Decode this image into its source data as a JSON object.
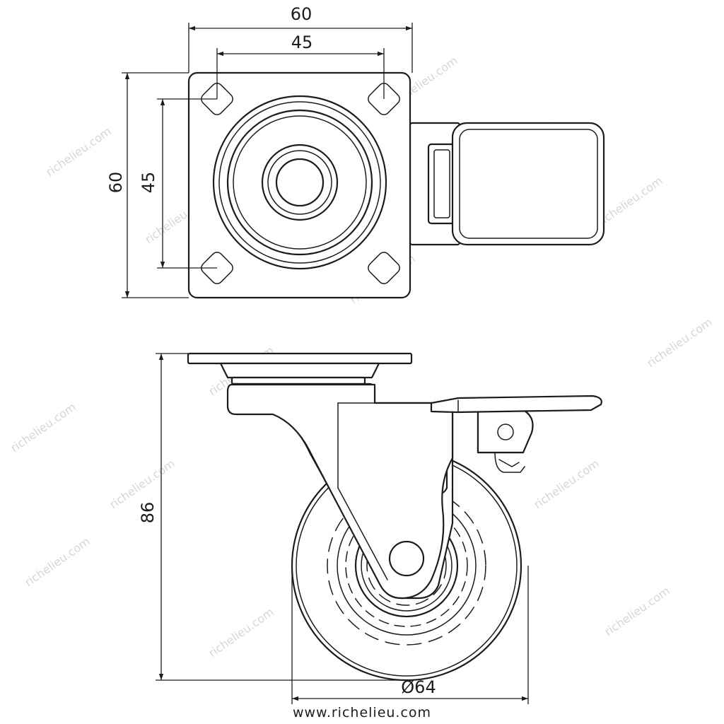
{
  "watermark": "richelieu.com",
  "website": "www.richelieu.com",
  "dimensions": {
    "top_plate_width": "60",
    "top_hole_spacing_horizontal": "45",
    "top_plate_height": "60",
    "top_hole_spacing_vertical": "45",
    "overall_height": "86",
    "wheel_diameter": "Ø64"
  }
}
